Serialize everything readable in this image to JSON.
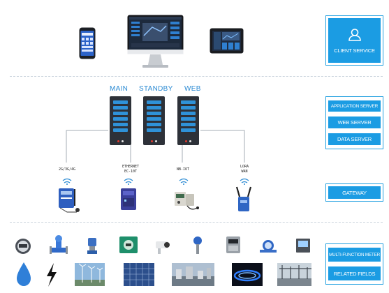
{
  "tiers": {
    "client": {
      "label": "CLIENT SERVICE",
      "icon": "user-icon"
    },
    "application": {
      "label": "APPLICATION SERVER",
      "items": [
        "WEB SERVER",
        "DATA SERVER"
      ]
    },
    "gateway": {
      "label": "GATEWAY"
    },
    "fields": {
      "label": "MULTI-FUNCTION METER",
      "items": [
        "RELATED FIELDS"
      ]
    }
  },
  "servers": [
    {
      "label": "MAIN"
    },
    {
      "label": "STANDBY"
    },
    {
      "label": "WEB"
    }
  ],
  "networks": [
    {
      "lines": [
        "2G/3G/4G"
      ]
    },
    {
      "lines": [
        "ETHERNET",
        "EC-10T"
      ]
    },
    {
      "lines": [
        "NB-IOT"
      ]
    },
    {
      "lines": [
        "LORA",
        "WAN"
      ]
    }
  ],
  "colors": {
    "accent": "#1b9ce3",
    "server_body": "#2d3138",
    "server_slot": "#2f92d8",
    "label_blue": "#2a8ad3"
  }
}
